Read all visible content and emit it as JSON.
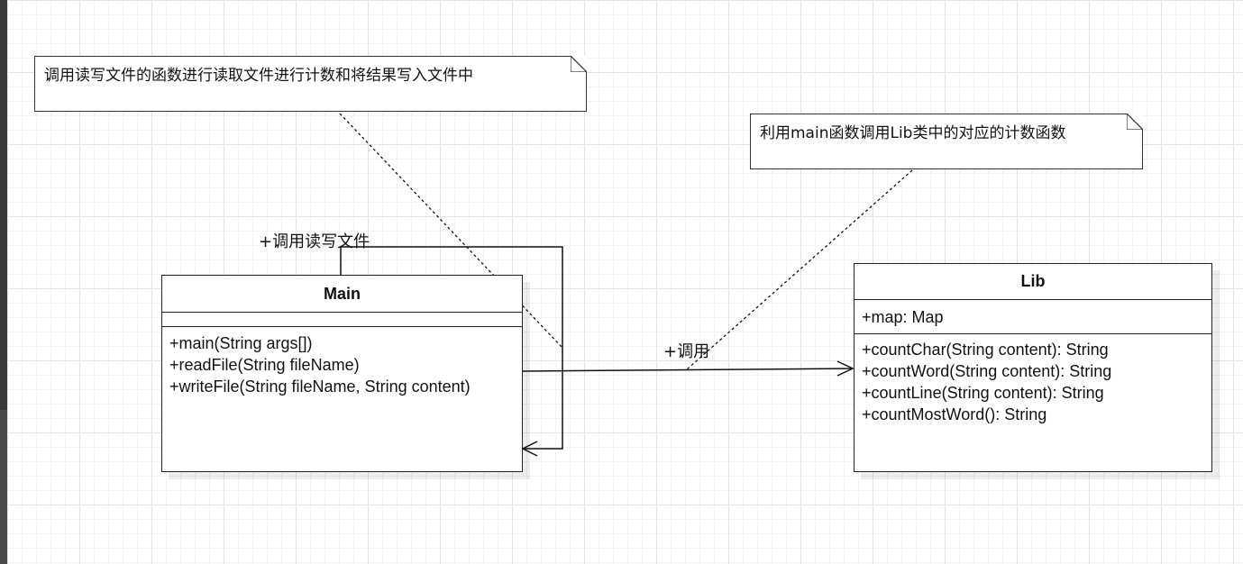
{
  "notes": {
    "main_note": "调用读写文件的函数进行读取文件进行计数和将结果写入文件中",
    "lib_note": "利用main函数调用Lib类中的对应的计数函数"
  },
  "classes": {
    "main": {
      "name": "Main",
      "operations": [
        "+main(String args[])",
        "+readFile(String fileName)",
        "+writeFile(String fileName, String content)"
      ]
    },
    "lib": {
      "name": "Lib",
      "attributes": [
        "+map: Map"
      ],
      "operations": [
        "+countChar(String content): String",
        "+countWord(String content): String",
        "+countLine(String content): String",
        "+countMostWord(): String"
      ]
    }
  },
  "associations": {
    "self_call_label": "+调用读写文件",
    "main_to_lib_label": "+调用"
  }
}
